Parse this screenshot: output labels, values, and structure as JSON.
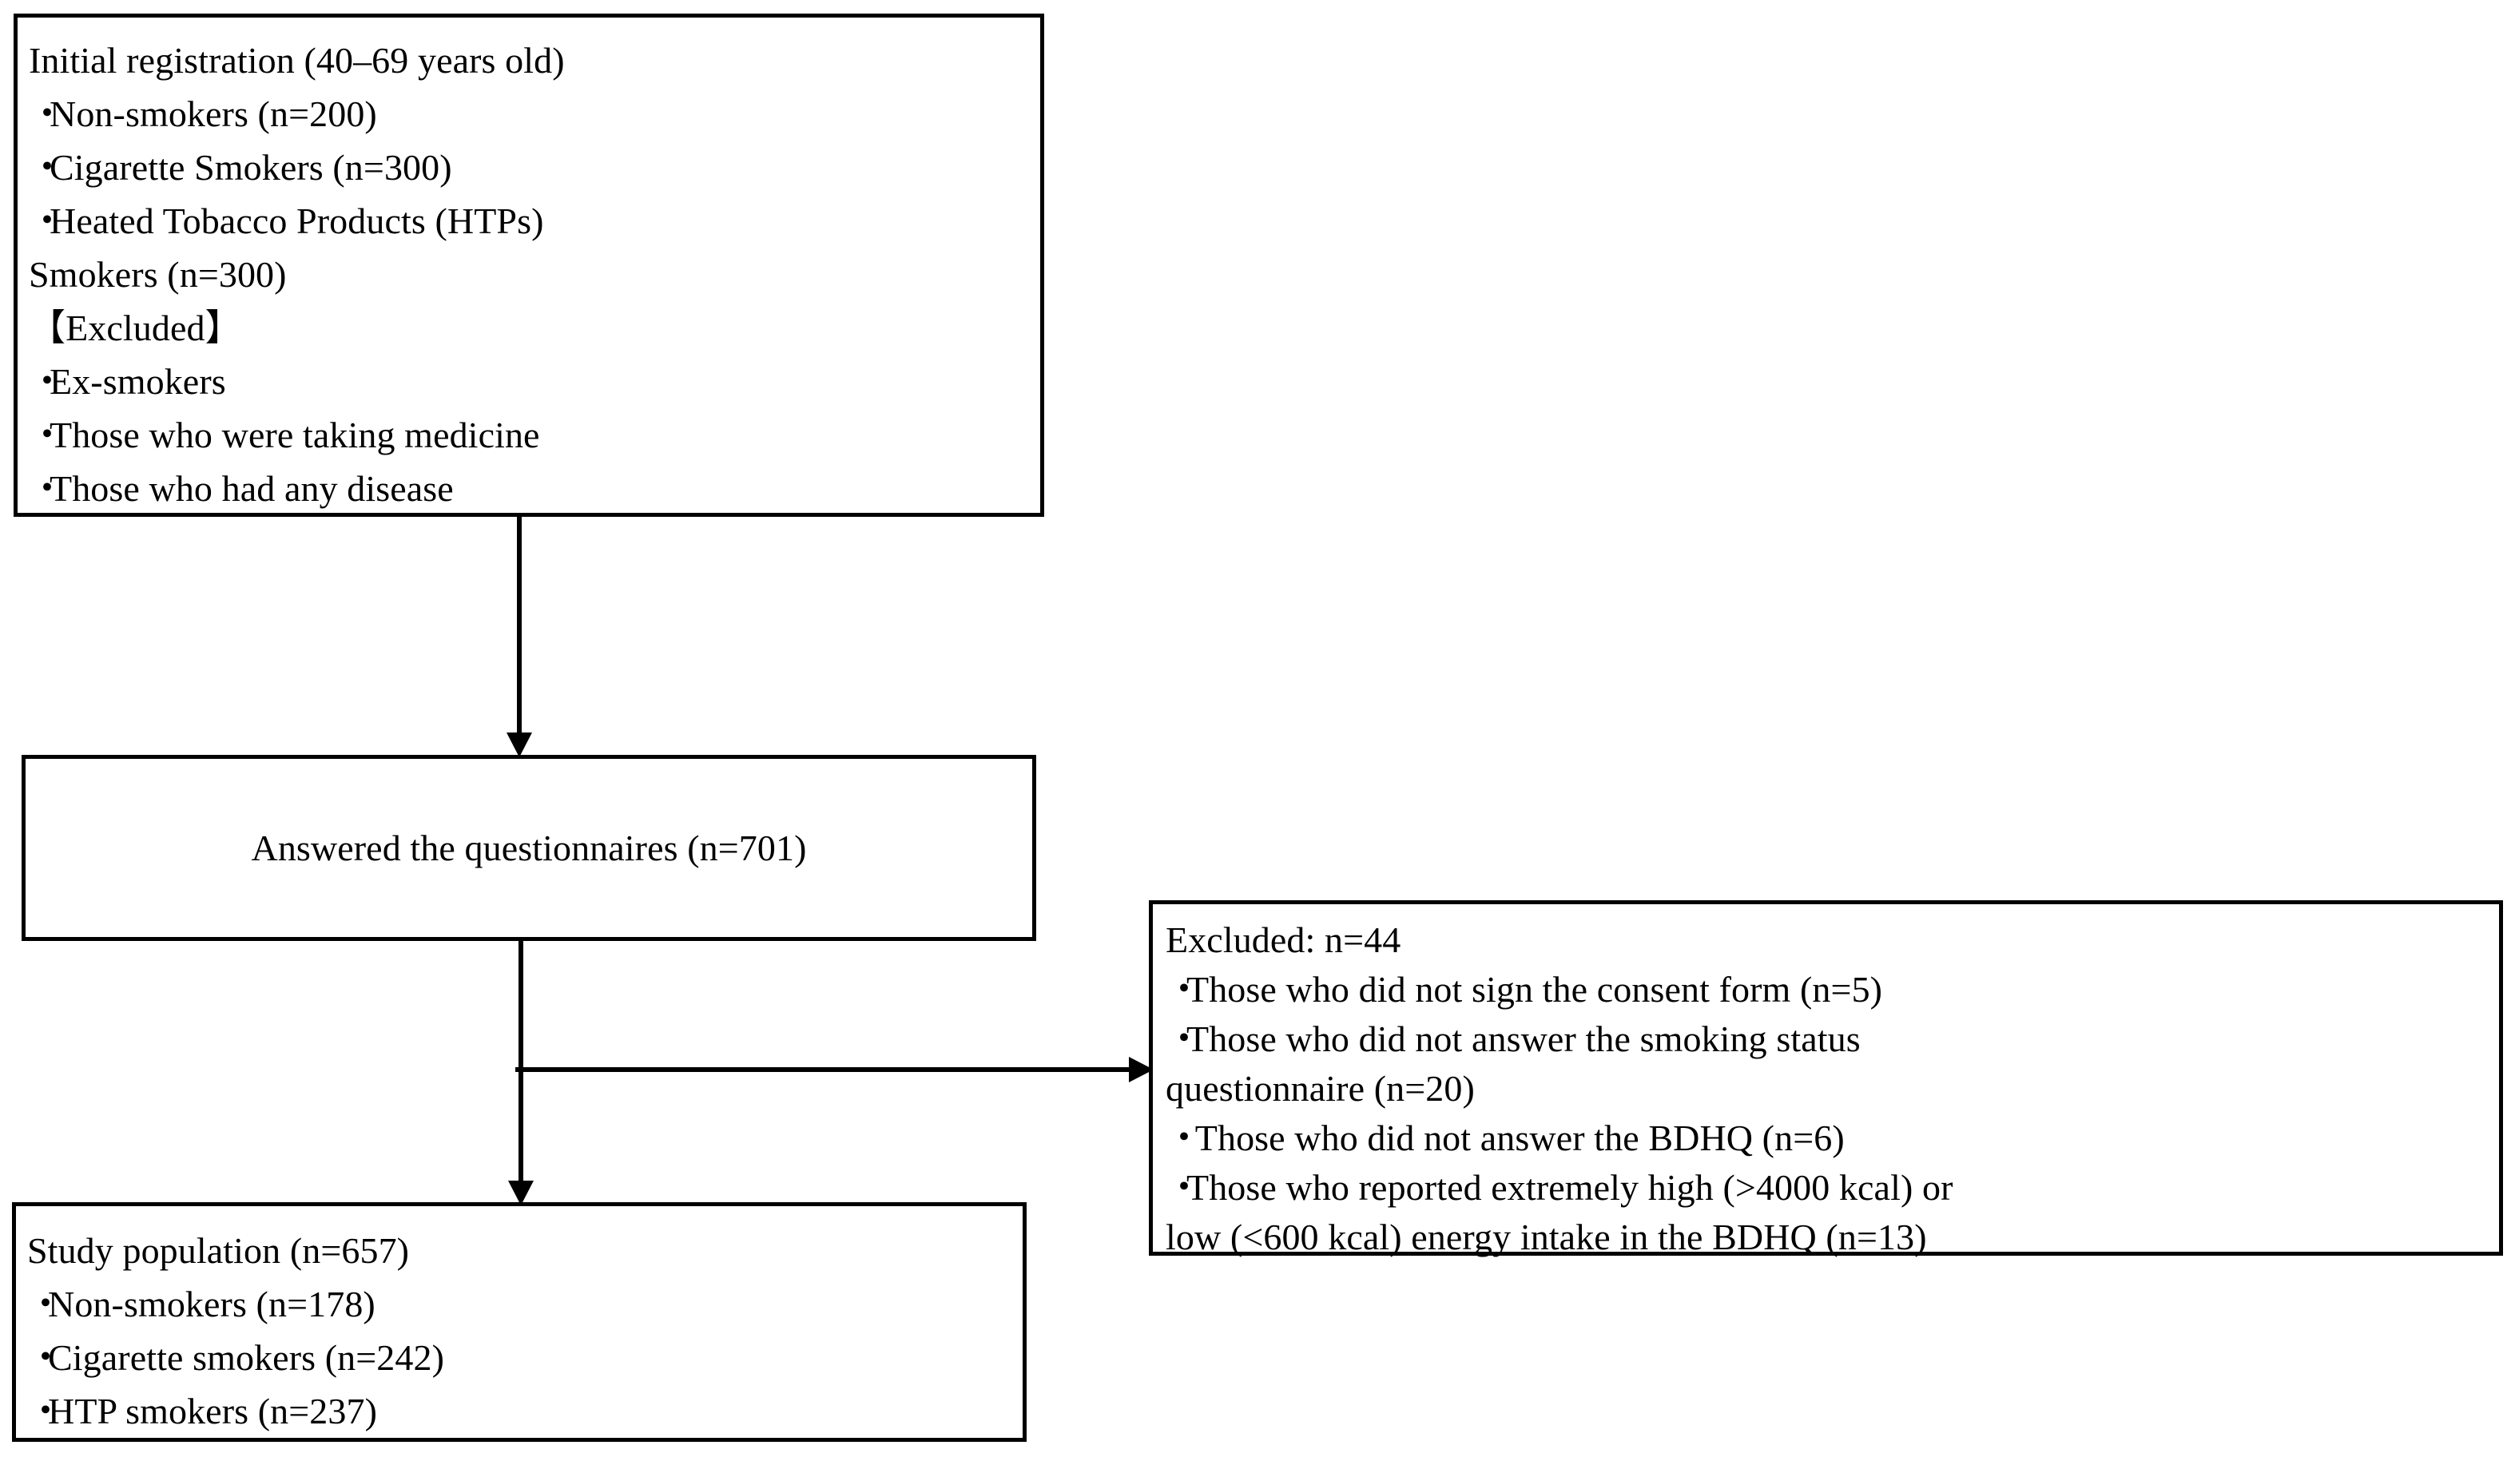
{
  "diagram": {
    "title": "Study participant flow diagram",
    "boxes": {
      "initial_registration": {
        "name": "Initial registration",
        "lines": [
          {
            "indent": 0,
            "bullet": "",
            "text": "Initial registration (40–69 years old)"
          },
          {
            "indent": 1,
            "bullet": "・",
            "text": "Non-smokers (n=200)"
          },
          {
            "indent": 1,
            "bullet": "・",
            "text": "Cigarette Smokers (n=300)"
          },
          {
            "indent": 1,
            "bullet": "・",
            "text": "Heated Tobacco Products (HTPs)"
          },
          {
            "indent": 2,
            "bullet": "",
            "text": "Smokers (n=300)"
          },
          {
            "indent": 2,
            "bullet": "",
            "text": "【Excluded】"
          },
          {
            "indent": 0,
            "bullet": "・",
            "text": "Ex-smokers"
          },
          {
            "indent": 0,
            "bullet": "・",
            "text": "Those who were taking medicine"
          },
          {
            "indent": 0,
            "bullet": "・",
            "text": "Those who had any disease"
          }
        ]
      },
      "answered_questionnaires": {
        "name": "Answered the questionnaires",
        "text": "Answered the questionnaires (n=701)"
      },
      "excluded": {
        "name": "Excluded",
        "lines": [
          {
            "indent": 0,
            "bullet": "",
            "text": "Excluded: n=44"
          },
          {
            "indent": 1,
            "bullet": "・",
            "text": "Those who did not sign the consent form (n=5)"
          },
          {
            "indent": 1,
            "bullet": "・",
            "text": "Those who did not answer the smoking status"
          },
          {
            "indent": 3,
            "bullet": "",
            "text": "questionnaire (n=20)"
          },
          {
            "indent": 1,
            "bullet": "・",
            "text": " Those who did not answer the BDHQ (n=6)"
          },
          {
            "indent": 1,
            "bullet": "・",
            "text": "Those who reported extremely high (>4000 kcal) or"
          },
          {
            "indent": 3,
            "bullet": "",
            "text": "low (<600 kcal) energy intake in the BDHQ (n=13)"
          }
        ]
      },
      "study_population": {
        "name": "Study population",
        "lines": [
          {
            "indent": 0,
            "bullet": "",
            "text": "Study population (n=657)"
          },
          {
            "indent": 1,
            "bullet": "・",
            "text": "Non-smokers (n=178)"
          },
          {
            "indent": 1,
            "bullet": "・",
            "text": "Cigarette smokers (n=242)"
          },
          {
            "indent": 1,
            "bullet": "・",
            "text": "HTP smokers (n=237)"
          }
        ]
      }
    },
    "connectors": [
      {
        "name": "registration-to-questionnaires",
        "direction": "down"
      },
      {
        "name": "questionnaires-to-study-population",
        "direction": "down"
      },
      {
        "name": "questionnaires-to-excluded",
        "direction": "right"
      }
    ],
    "style": {
      "border_color": "#000000",
      "background_color": "#ffffff",
      "text_color": "#000000"
    }
  }
}
